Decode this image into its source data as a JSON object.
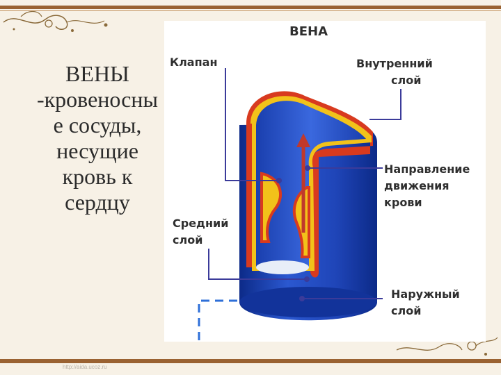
{
  "slide": {
    "title_lines": [
      "ВЕНЫ",
      "-кровеносны",
      "е сосуды,",
      "несущие",
      "кровь к",
      "сердцу"
    ]
  },
  "diagram": {
    "title": "ВЕНА",
    "labels": {
      "valve": "Клапан",
      "inner": [
        "Внутренний",
        "слой"
      ],
      "direction": [
        "Направление",
        "движения",
        "крови"
      ],
      "middle": [
        "Средний",
        "слой"
      ],
      "outer": [
        "Наружный",
        "слой"
      ]
    }
  },
  "watermark": "http://aida.ucoz.ru",
  "colors": {
    "border": "#9a6232",
    "vein_blue": "#1f45b8",
    "vein_dark": "#0c2a88",
    "red_layer": "#d83a1f",
    "yellow_layer": "#f2c21a",
    "arrow": "#c0392b"
  }
}
